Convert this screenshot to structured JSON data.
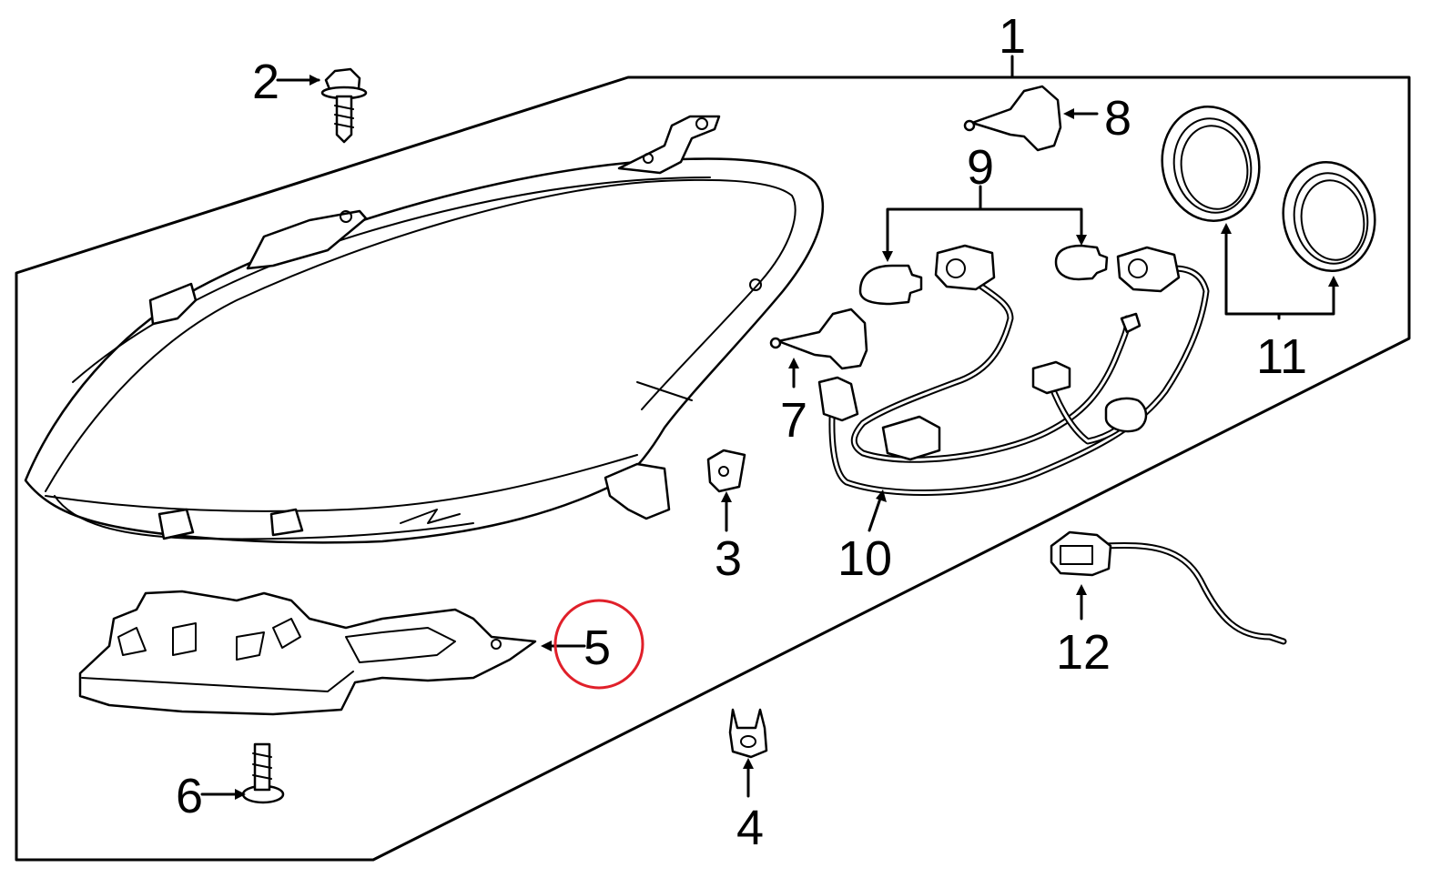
{
  "diagram": {
    "callouts": [
      {
        "id": "1",
        "label": "1"
      },
      {
        "id": "2",
        "label": "2"
      },
      {
        "id": "3",
        "label": "3"
      },
      {
        "id": "4",
        "label": "4"
      },
      {
        "id": "5",
        "label": "5"
      },
      {
        "id": "6",
        "label": "6"
      },
      {
        "id": "7",
        "label": "7"
      },
      {
        "id": "8",
        "label": "8"
      },
      {
        "id": "9",
        "label": "9"
      },
      {
        "id": "10",
        "label": "10"
      },
      {
        "id": "11",
        "label": "11"
      },
      {
        "id": "12",
        "label": "12"
      }
    ],
    "highlight": {
      "callout": "5",
      "color": "#e0202a"
    },
    "colors": {
      "line": "#000000",
      "background": "#ffffff"
    }
  }
}
